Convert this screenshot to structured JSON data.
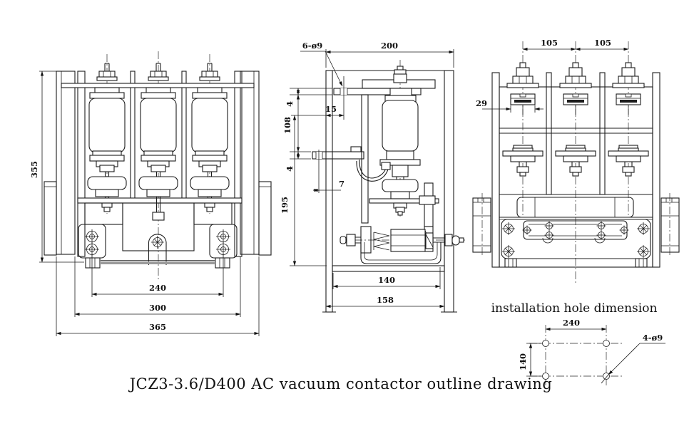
{
  "caption": "JCZ3-3.6/D400 AC vacuum contactor outline drawing",
  "views": {
    "front": {
      "height": "355",
      "mount_span": "240",
      "frame_width": "300",
      "overall_width": "365"
    },
    "side": {
      "hole_callout": "6-ø9",
      "depth": "200",
      "top_plate_thickness": "4",
      "plate_gap": "108",
      "mid_plate_thickness": "4",
      "top_hole_offset": "15",
      "mid_hole_offset": "7",
      "base_height": "195",
      "bracket_span": "140",
      "overall_depth": "158"
    },
    "rear": {
      "pole_pitch_1": "105",
      "pole_pitch_2": "105",
      "terminal_width": "29"
    }
  },
  "installation_detail": {
    "title": "installation hole dimension",
    "hole_span_x": "240",
    "hole_span_y": "140",
    "hole_callout": "4-ø9"
  }
}
